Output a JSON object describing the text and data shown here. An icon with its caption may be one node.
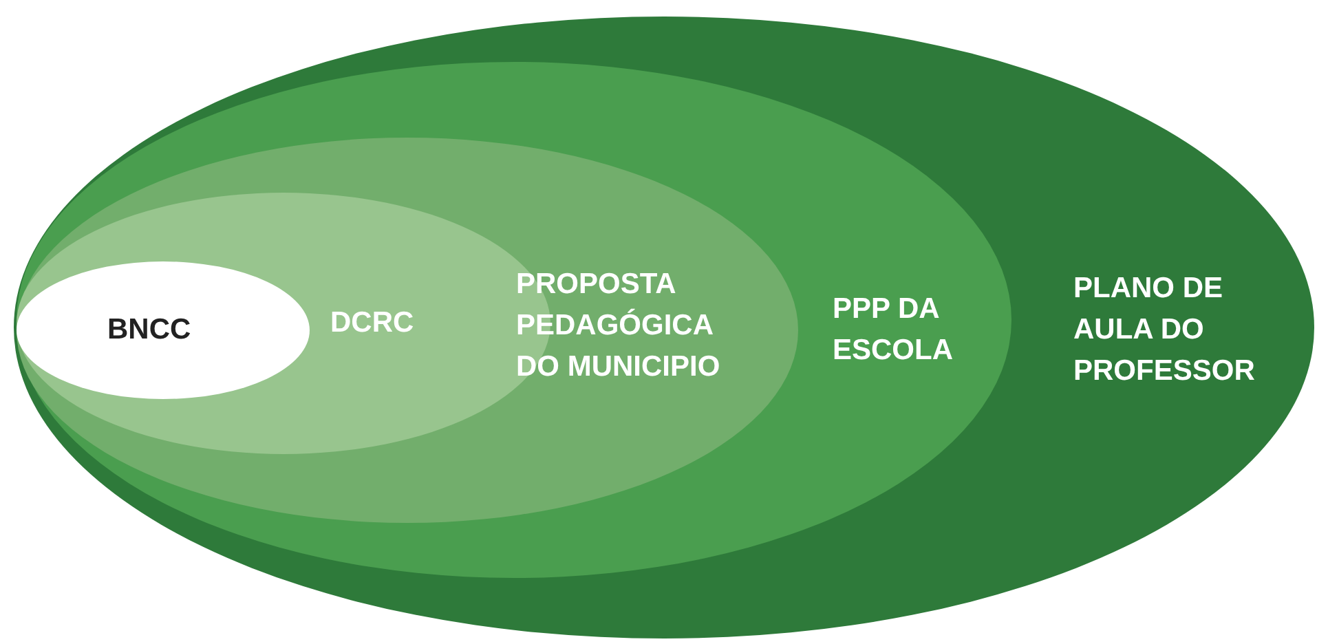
{
  "diagram": {
    "nodes": [
      {
        "text": [
          "PLANO DE AULA DO PROFESSOR"
        ]
      },
      {
        "text": [
          "PPP DA ESCOLA"
        ],
        "in": 0
      },
      {
        "text": [
          "PROPOSTA PEDAGÓGICA DO MUNICIPIO"
        ],
        "in": 1
      },
      {
        "text": [
          "DCRC"
        ],
        "in": 2
      },
      {
        "text": [
          "BNCC"
        ],
        "in": 3
      }
    ],
    "edges": []
  }
}
